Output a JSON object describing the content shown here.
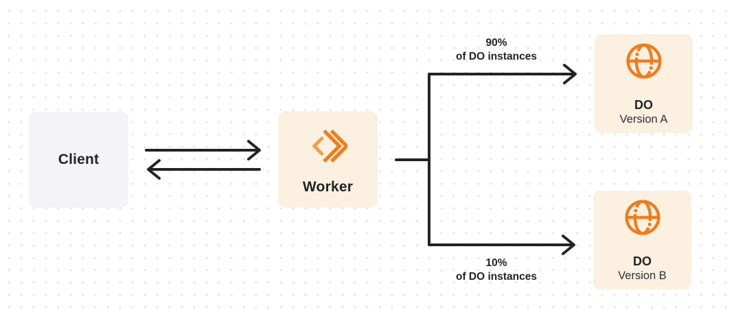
{
  "nodes": {
    "client": {
      "label": "Client"
    },
    "worker": {
      "label": "Worker"
    },
    "do_version_a": {
      "title": "DO",
      "subtitle": "Version A"
    },
    "do_version_b": {
      "title": "DO",
      "subtitle": "Version B"
    }
  },
  "edges": {
    "top_branch": {
      "percent": "90%",
      "caption": "of DO instances"
    },
    "bottom_branch": {
      "percent": "10%",
      "caption": "of DO instances"
    }
  },
  "icons": {
    "worker": "workers-chevrons-icon",
    "do_version_a": "globe-icon",
    "do_version_b": "globe-icon"
  },
  "colors": {
    "accent_orange": "#ED7D21",
    "accent_orange_light": "#F49C4E",
    "box_cream": "#FCF0E1",
    "box_gray": "#F4F4F6",
    "line_dark": "#222326",
    "text_dark": "#232327",
    "dot_grid": "#E3E3E6"
  }
}
